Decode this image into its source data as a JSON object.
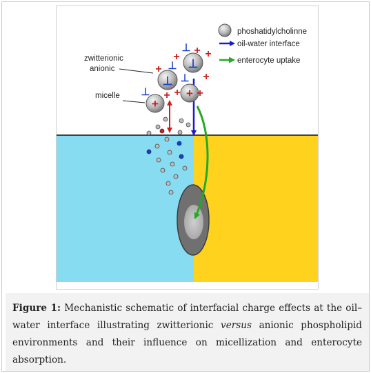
{
  "diagram": {
    "legend": {
      "items": [
        {
          "label": "phoshatidylcholinne",
          "marker": "grey-sphere"
        },
        {
          "label": "oil-water interface",
          "marker": "blue-arrow",
          "color": "#1a1acc"
        },
        {
          "label": "enterocyte uptake",
          "marker": "green-arrow",
          "color": "#22aa22"
        }
      ]
    },
    "labels": {
      "zwitterionic": "zwitterionic",
      "anionic": "anionic",
      "micelle": "micelle"
    },
    "colors": {
      "water": "#87dcf2",
      "oil": "#ffd21e",
      "positive_charge": "#cc1f1f",
      "negative_charge": "#1a3fcc",
      "membrane_outer": "#6e6e6e",
      "membrane_inner": "#b8b8b8"
    },
    "icons": [
      "plus-charge-icon",
      "minus-charge-icon",
      "phospholipid-sphere-icon",
      "enterocyte-cell-icon"
    ]
  },
  "caption": {
    "label": "Figure 1:",
    "text_1": " Mechanistic schematic of interfacial charge effects at the oil–water interface illustrating zwitterionic ",
    "italic": "versus",
    "text_2": " anionic phospholipid environments and their influence on micellization and enterocyte absorption."
  }
}
